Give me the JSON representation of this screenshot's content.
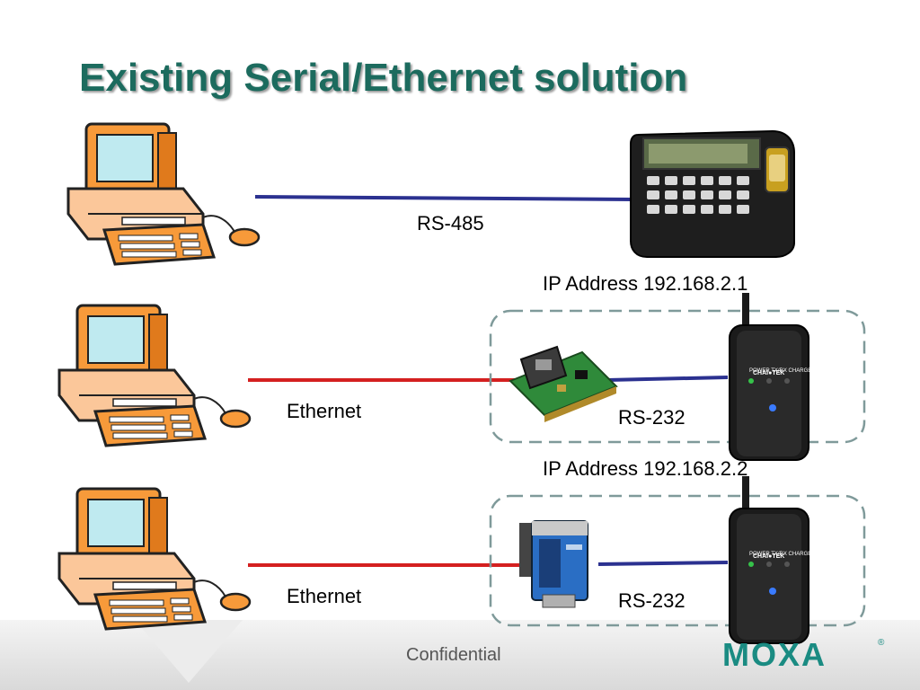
{
  "slide": {
    "title": "Existing Serial/Ethernet solution",
    "footer_text": "Confidential",
    "brand_logo": "MOXA",
    "brand_reg": "®"
  },
  "links": {
    "rs485": "RS-485",
    "ip1": "IP Address 192.168.2.1",
    "ethernet1": "Ethernet",
    "rs232_1": "RS-232",
    "ip2": "IP Address 192.168.2.2",
    "ethernet2": "Ethernet",
    "rs232_2": "RS-232"
  },
  "device_text": {
    "reader_brand": "CHAI",
    "reader_brand2": "TEK"
  },
  "colors": {
    "title": "#1c6b5e",
    "serial_line": "#2b3190",
    "ethernet_line": "#d42020",
    "dashed_box": "#7f9a9a",
    "computer_orange": "#f79a3a",
    "brand": "#1a8b82"
  }
}
